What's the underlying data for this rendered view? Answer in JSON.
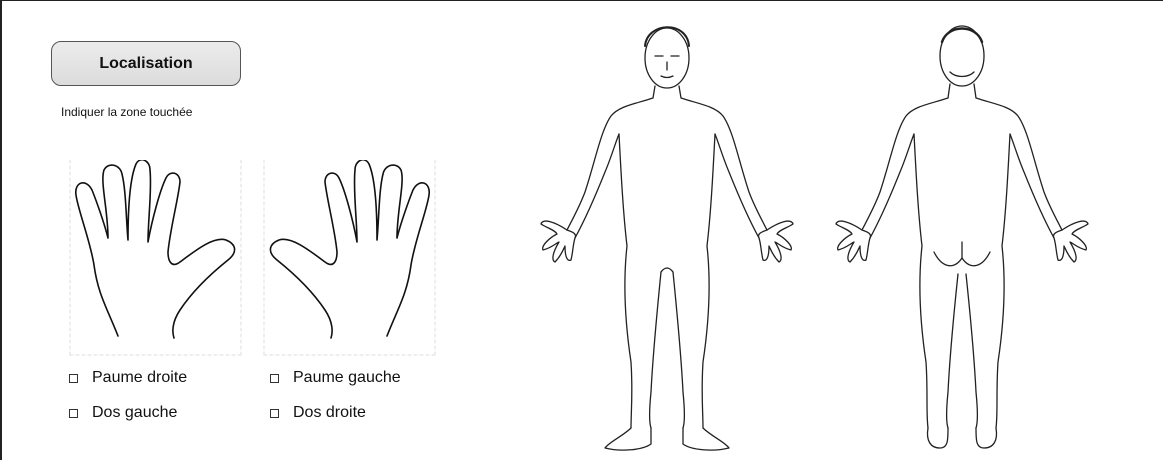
{
  "section": {
    "title": "Localisation",
    "instruction": "Indiquer la zone touchée"
  },
  "hands": {
    "left_panel": {
      "icon": "right-hand-palm-icon"
    },
    "right_panel": {
      "icon": "left-hand-palm-icon"
    }
  },
  "options": [
    {
      "label": "Paume droite",
      "checked": false
    },
    {
      "label": "Paume gauche",
      "checked": false
    },
    {
      "label": "Dos gauche",
      "checked": false
    },
    {
      "label": "Dos droite",
      "checked": false
    }
  ],
  "body_diagrams": {
    "front": "body-front-figure",
    "back": "body-back-figure"
  }
}
